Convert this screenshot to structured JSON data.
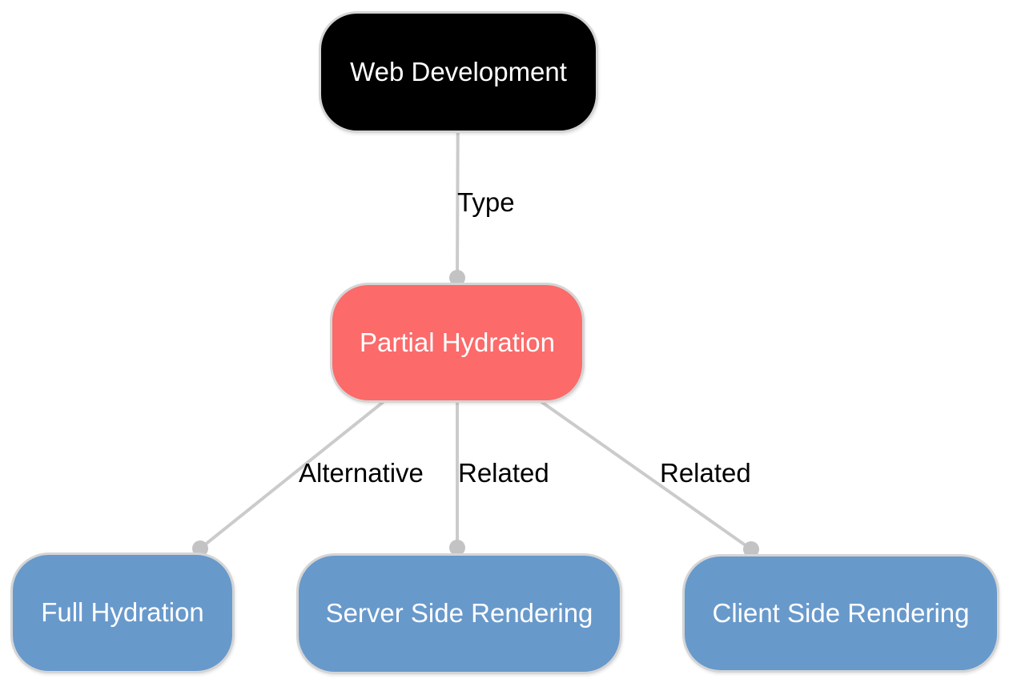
{
  "diagram": {
    "background": "#ffffff",
    "colors": {
      "edge_line": "#cbcbcb",
      "edge_dot": "#c3c3c3",
      "node_border": "#d5d5d5",
      "root_fill": "#000000",
      "level1_fill": "#fc6a6a",
      "level2_fill": "#6899cb",
      "node_text": "#ffffff",
      "edge_label_text": "#000000"
    },
    "nodes": [
      {
        "id": "web-development",
        "label": "Web Development",
        "fill": "#000000"
      },
      {
        "id": "partial-hydration",
        "label": "Partial Hydration",
        "fill": "#fc6a6a"
      },
      {
        "id": "full-hydration",
        "label": "Full Hydration",
        "fill": "#6899cb"
      },
      {
        "id": "server-side-rendering",
        "label": "Server Side Rendering",
        "fill": "#6899cb"
      },
      {
        "id": "client-side-rendering",
        "label": "Client Side Rendering",
        "fill": "#6899cb"
      }
    ],
    "edges": [
      {
        "label": "Type",
        "from": "web-development",
        "to": "partial-hydration"
      },
      {
        "label": "Alternative",
        "from": "partial-hydration",
        "to": "full-hydration"
      },
      {
        "label": "Related",
        "from": "partial-hydration",
        "to": "server-side-rendering"
      },
      {
        "label": "Related",
        "from": "partial-hydration",
        "to": "client-side-rendering"
      }
    ]
  }
}
